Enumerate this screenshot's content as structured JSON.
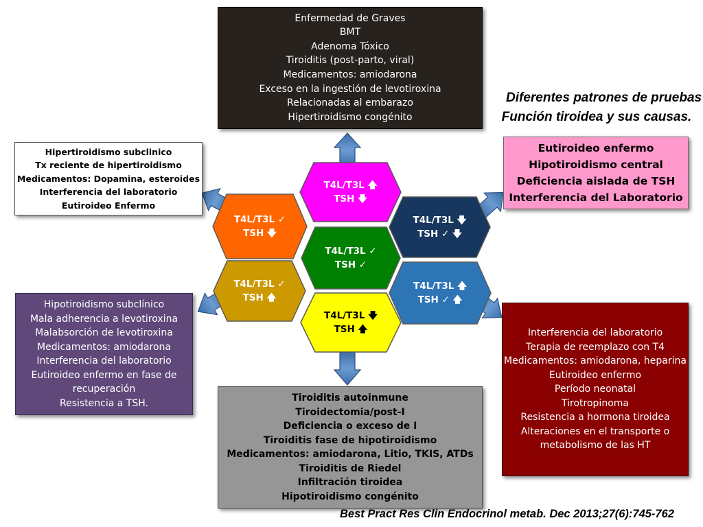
{
  "title": {
    "line1": "Diferentes patrones de pruebas de",
    "line2": "Función tiroidea y sus causas."
  },
  "citation": "Best Pract Res Clin Endocrinol metab. Dec 2013;27(6):745-762",
  "hexagons": {
    "top": {
      "line1": "T4L/T3L 🡅",
      "line2": "TSH 🡇",
      "color": "#ff00ff"
    },
    "upper_left": {
      "line1": "T4L/T3L ✓",
      "line2": "TSH 🡇",
      "color": "#ff6600"
    },
    "upper_right": {
      "line1": "T4L/T3L 🡇",
      "line2": "TSH ✓ 🡇",
      "color": "#17375e"
    },
    "center": {
      "line1": "T4L/T3L ✓",
      "line2": "TSH ✓",
      "color": "#008000"
    },
    "lower_left": {
      "line1": "T4L/T3L  ✓",
      "line2": "TSH 🡅",
      "color": "#cc9900"
    },
    "lower_right": {
      "line1": "T4L/T3L 🡅",
      "line2": "TSH ✓ 🡅",
      "color": "#2e75b6"
    },
    "bottom": {
      "line1": "T4L/T3L 🡇",
      "line2": "TSH 🡅",
      "color": "#ffff00"
    }
  },
  "boxes": {
    "top": {
      "color": "#27221d",
      "items": [
        "Enfermedad de Graves",
        "BMT",
        "Adenoma Tóxico",
        "Tiroiditis  (post-parto, viral)",
        "Medicamentos: amiodarona",
        "Exceso en la ingestión de levotiroxina",
        "Relacionadas al embarazo",
        "Hipertiroidismo congénito"
      ]
    },
    "top_left": {
      "color": "#ffffff",
      "items": [
        "Hipertiroidismo subclinico",
        "Tx reciente de hipertiroidismo",
        "Medicamentos: Dopamina, esteroides",
        "Interferencia del laboratorio",
        "Eutiroideo Enfermo"
      ]
    },
    "top_right": {
      "color": "#ff99cc",
      "items": [
        "Eutiroideo enfermo",
        "Hipotiroidismo central",
        "Deficiencia aislada de TSH",
        "Interferencia del Laboratorio"
      ]
    },
    "left": {
      "color": "#60497a",
      "items": [
        "Hipotiroidismo subclínico",
        "Mala adherencia a levotiroxina",
        "Malabsorción de levotiroxina",
        "Medicamentos: amiodarona",
        "Interferencia del laboratorio",
        "Eutiroideo enfermo en fase de",
        "recuperación",
        "Resistencia a TSH."
      ]
    },
    "right": {
      "color": "#8b0000",
      "items": [
        "Interferencia del laboratorio",
        "Terapia de reemplazo con T4",
        "Medicamentos: amiodarona, heparina",
        "Eutiroideo enfermo",
        "Período neonatal",
        "Tirotropinoma",
        "Resistencia a hormona tiroidea",
        "Alteraciones en el transporte  o metabolismo de las HT"
      ]
    },
    "bottom": {
      "color": "#969696",
      "items": [
        "Tiroiditis autoinmune",
        "Tiroidectomia/post-I",
        "Deficiencia o exceso de I",
        "Tiroiditis fase de hipotiroidismo",
        "Medicamentos: amiodarona, Litio, TKIS, ATDs",
        "Tiroiditis de Riedel",
        "Infiltración tiroidea",
        "Hipotiroidismo congénito"
      ]
    }
  },
  "arrow_color": "#4f81bd"
}
